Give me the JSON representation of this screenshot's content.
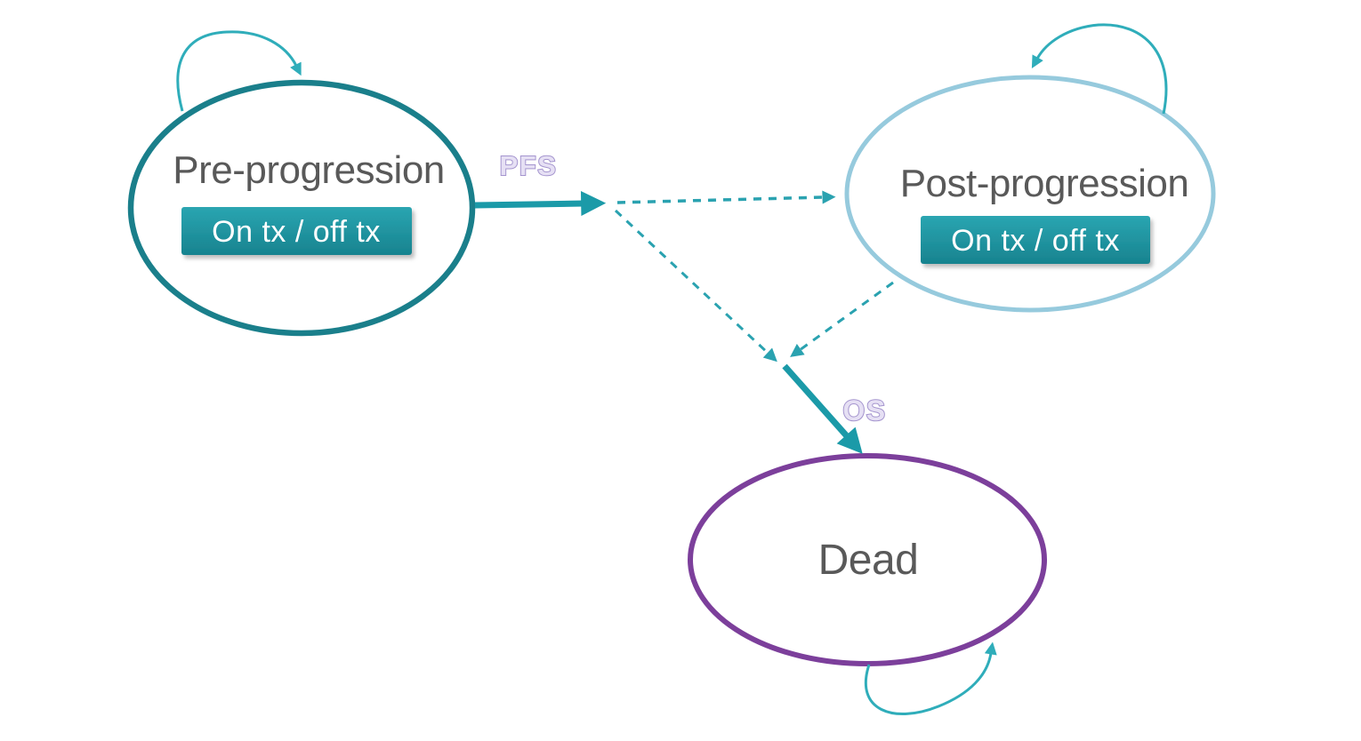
{
  "states": {
    "pre_progression": {
      "label": "Pre-progression",
      "badge": "On tx / off tx"
    },
    "post_progression": {
      "label": "Post-progression",
      "badge": "On tx / off tx"
    },
    "dead": {
      "label": "Dead"
    }
  },
  "transition_labels": {
    "pfs": "PFS",
    "os": "OS"
  },
  "colors": {
    "background": "#ffffff",
    "pre_stroke": "#1a7f8b",
    "post_stroke": "#96cadd",
    "dead_stroke": "#7c3f9b",
    "solid_arrow": "#1b9aa8",
    "dashed_arrow": "#2aa2b0",
    "loop_arrow": "#2fadba",
    "badge_top": "#2aa5b1",
    "badge_bottom": "#17838f",
    "badge_text": "#ffffff",
    "state_text": "#595959",
    "label_fill": "#e6e0f4",
    "label_stroke": "#a494ce",
    "ellipse_fill": "#ffffff"
  }
}
